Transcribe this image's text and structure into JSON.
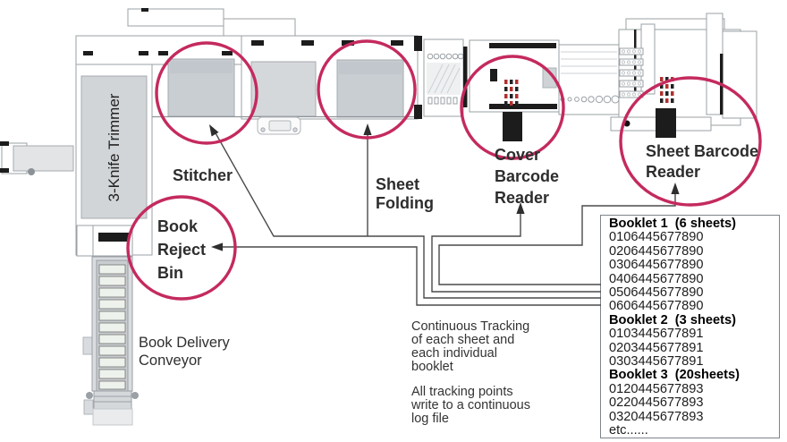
{
  "colors": {
    "highlight_circle": "#c42a5e",
    "machine_outline": "#9aa0a5",
    "reader_black": "#1c1c1c",
    "barcode_red": "#b03030"
  },
  "labels": {
    "trimmer": "3-Knife Trimmer",
    "stitcher": "Stitcher",
    "sheet_folding": {
      "line1": "Sheet",
      "line2": "Folding"
    },
    "cover_barcode_reader": {
      "line1": "Cover",
      "line2": "Barcode",
      "line3": "Reader"
    },
    "sheet_barcode_reader": {
      "line1": "Sheet Barcode",
      "line2": "Reader"
    },
    "book_reject_bin": {
      "line1": "Book",
      "line2": "Reject",
      "line3": "Bin"
    },
    "book_delivery_conveyor": {
      "line1": "Book Delivery",
      "line2": "Conveyor"
    }
  },
  "notes": {
    "continuous_tracking": {
      "line1": "Continuous Tracking",
      "line2": "of each sheet and",
      "line3": "each individual",
      "line4": "booklet"
    },
    "log_file": {
      "line1": "All tracking points",
      "line2": "write to a continuous",
      "line3": "log file"
    }
  },
  "booklet_log": {
    "booklet1": {
      "header": "Booklet 1  (6 sheets)",
      "codes": [
        "0106445677890",
        "0206445677890",
        "0306445677890",
        "0406445677890",
        "0506445677890",
        "0606445677890"
      ]
    },
    "booklet2": {
      "header": "Booklet 2  (3 sheets)",
      "codes": [
        "0103445677891",
        "0203445677891",
        "0303445677891"
      ]
    },
    "booklet3": {
      "header": "Booklet 3  (20sheets)",
      "codes": [
        "0120445677893",
        "0220445677893",
        "0320445677893"
      ]
    },
    "more": "etc......"
  }
}
